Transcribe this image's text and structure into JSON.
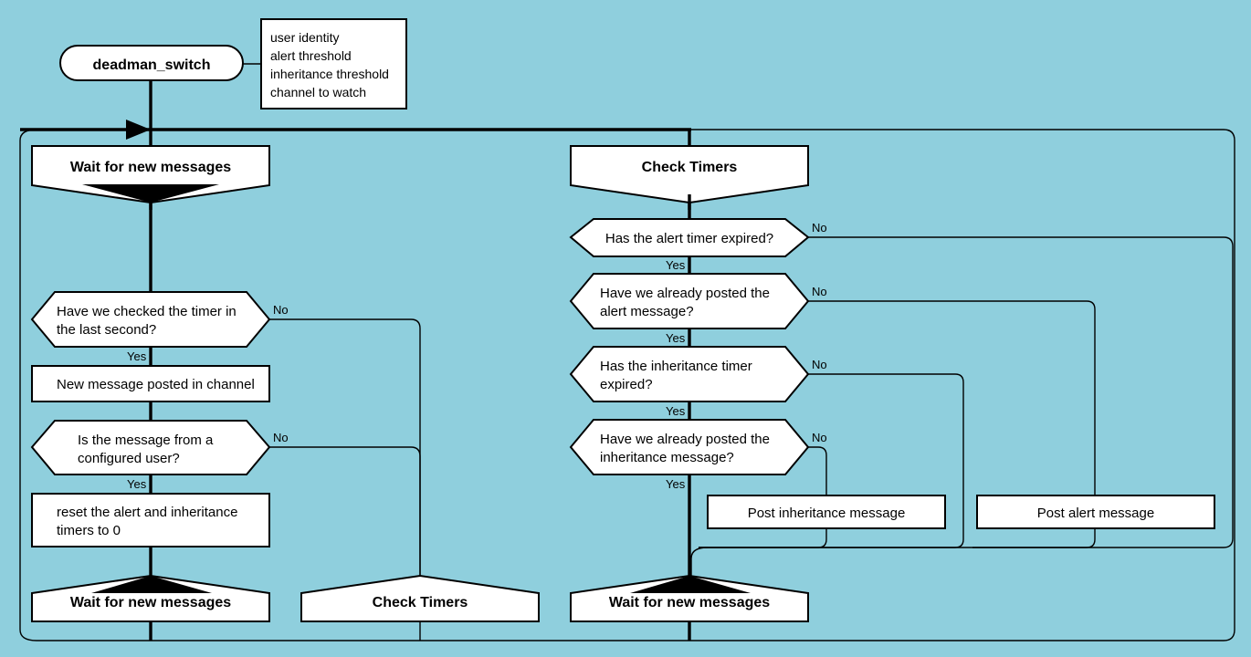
{
  "diagram": {
    "title": "deadman_switch",
    "background_color": "#8fcfdd",
    "shape_fill": "#ffffff",
    "stroke_color": "#000000",
    "start_node": {
      "label": "deadman_switch"
    },
    "params_note": {
      "lines": [
        "user identity",
        "alert threshold",
        "inheritance threshold",
        "channel to watch"
      ]
    },
    "left_branch": {
      "header": "Wait for new messages",
      "decision_1": {
        "line1": "Have we checked the timer in",
        "line2": "the last second?",
        "yes": "Yes",
        "no": "No"
      },
      "process_1": {
        "label": "New message posted in channel"
      },
      "decision_2": {
        "line1": "Is the message from a",
        "line2": "configured user?",
        "yes": "Yes",
        "no": "No"
      },
      "process_2": {
        "line1": "reset the alert and inheritance",
        "line2": "timers to 0"
      },
      "terminal_1": {
        "label": "Wait for new messages"
      },
      "terminal_2": {
        "label": "Check Timers"
      }
    },
    "right_branch": {
      "header": "Check Timers",
      "decision_1": {
        "line1": "Has the alert timer expired?",
        "line2": "",
        "yes": "Yes",
        "no": "No"
      },
      "decision_2": {
        "line1": "Have we already posted the",
        "line2": "alert message?",
        "yes": "Yes",
        "no": "No"
      },
      "decision_3": {
        "line1": "Has the inheritance timer",
        "line2": "expired?",
        "yes": "Yes",
        "no": "No"
      },
      "decision_4": {
        "line1": "Have we already posted the",
        "line2": "inheritance message?",
        "yes": "Yes",
        "no": "No"
      },
      "process_inheritance": {
        "label": "Post inheritance message"
      },
      "process_alert": {
        "label": "Post alert message"
      },
      "terminal_1": {
        "label": "Wait for new messages"
      }
    }
  }
}
